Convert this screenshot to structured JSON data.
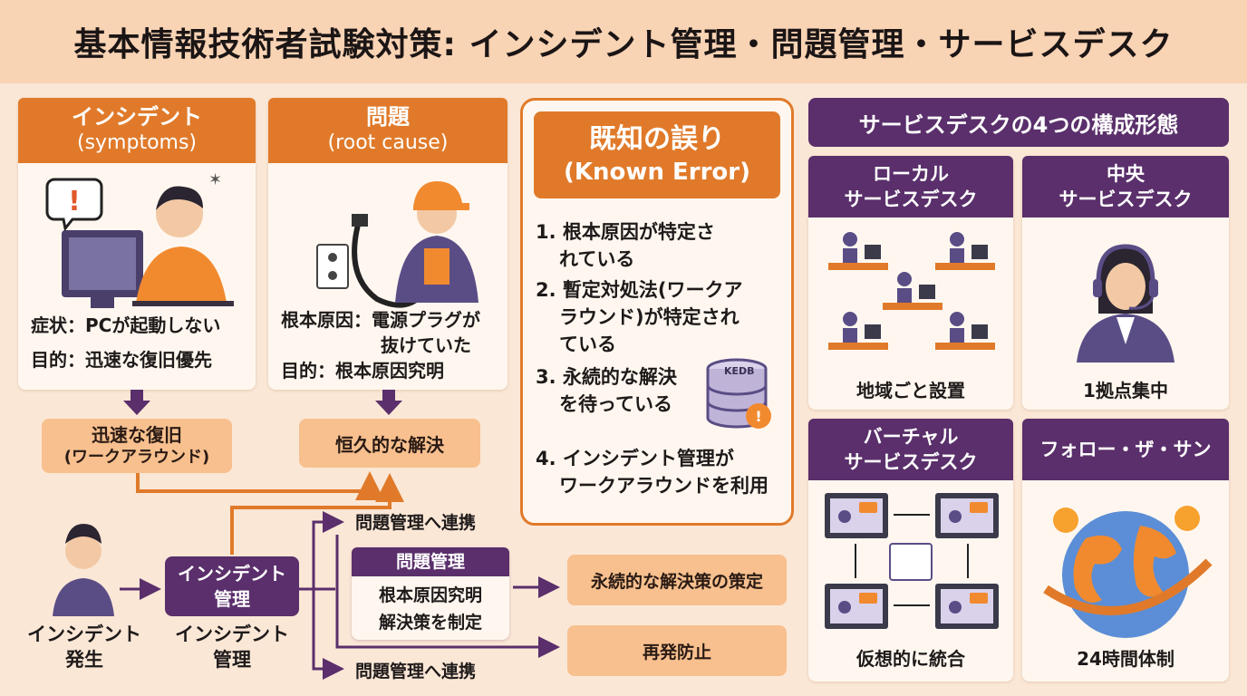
{
  "title": "基本情報技術者試験対策: インシデント管理・問題管理・サービスデスク",
  "incident": {
    "title": "インシデント",
    "subtitle": "(symptoms)",
    "symptom": "症状：PCが起動しない",
    "purpose": "目的：迅速な復旧優先",
    "pill_line1": "迅速な復旧",
    "pill_line2": "(ワークアラウンド)"
  },
  "problem": {
    "title": "問題",
    "subtitle": "(root cause)",
    "cause_line1": "根本原因：電源プラグが",
    "cause_line2": "抜けていた",
    "purpose": "目的：根本原因究明",
    "pill": "恒久的な解決"
  },
  "known_error": {
    "title": "既知の誤り",
    "subtitle": "(Known Error)",
    "items": [
      [
        "1. 根本原因が特定さ",
        "れている"
      ],
      [
        "2. 暫定対処法(ワークア",
        "ラウンド)が特定され",
        "ている"
      ],
      [
        "3. 永続的な解決",
        "を待っている"
      ],
      [
        "4. インシデント管理が",
        "ワークアラウンドを利用"
      ]
    ],
    "kedb_label": "KEDB"
  },
  "flow": {
    "occurrence_line1": "インシデント",
    "occurrence_line2": "発生",
    "incident_mgmt_box_line1": "インシデント",
    "incident_mgmt_box_line2": "管理",
    "incident_mgmt_label_line1": "インシデント",
    "incident_mgmt_label_line2": "管理",
    "link_top": "問題管理へ連携",
    "link_bottom": "問題管理へ連携",
    "problem_mgmt_head": "問題管理",
    "problem_mgmt_line1": "根本原因究明",
    "problem_mgmt_line2": "解決策を制定",
    "result_1": "永続的な解決策の策定",
    "result_2": "再発防止"
  },
  "service_desk": {
    "title": "サービスデスクの4つの構成形態",
    "forms": [
      {
        "head_line1": "ローカル",
        "head_line2": "サービスデスク",
        "caption": "地域ごと設置",
        "icon": "desks-icon"
      },
      {
        "head_line1": "中央",
        "head_line2": "サービスデスク",
        "caption": "1拠点集中",
        "icon": "headset-operator-icon"
      },
      {
        "head_line1": "バーチャル",
        "head_line2": "サービスデスク",
        "caption": "仮想的に統合",
        "icon": "network-monitors-icon"
      },
      {
        "head_line1": "フォロー・ザ・サン",
        "head_line2": "",
        "caption": "24時間体制",
        "icon": "globe-sun-icon"
      }
    ]
  },
  "colors": {
    "orange": "#e07a2a",
    "purple": "#5a2f6b",
    "peach": "#f7c08e",
    "background": "#fbe7d6"
  }
}
